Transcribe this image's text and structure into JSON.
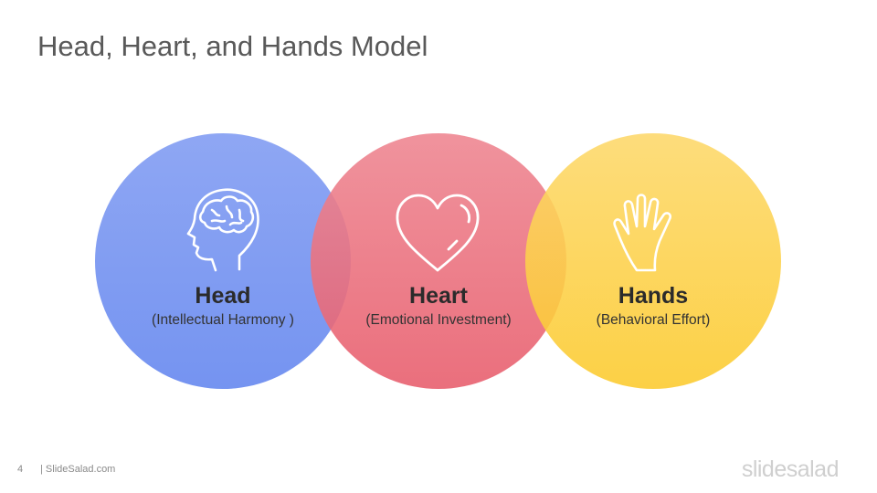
{
  "slide": {
    "title": "Head, Heart, and Hands Model"
  },
  "circles": [
    {
      "name": "Head",
      "subtitle": "(Intellectual Harmony )",
      "color": "#6a8cf0",
      "icon": "brain-head-icon"
    },
    {
      "name": "Heart",
      "subtitle": "(Emotional Investment)",
      "color": "#e85d6c",
      "icon": "heart-icon"
    },
    {
      "name": "Hands",
      "subtitle": "(Behavioral Effort)",
      "color": "#fccc35",
      "icon": "hand-icon"
    }
  ],
  "footer": {
    "page_number": "4",
    "site": "| SlideSalad.com",
    "brand": "slidesalad"
  }
}
